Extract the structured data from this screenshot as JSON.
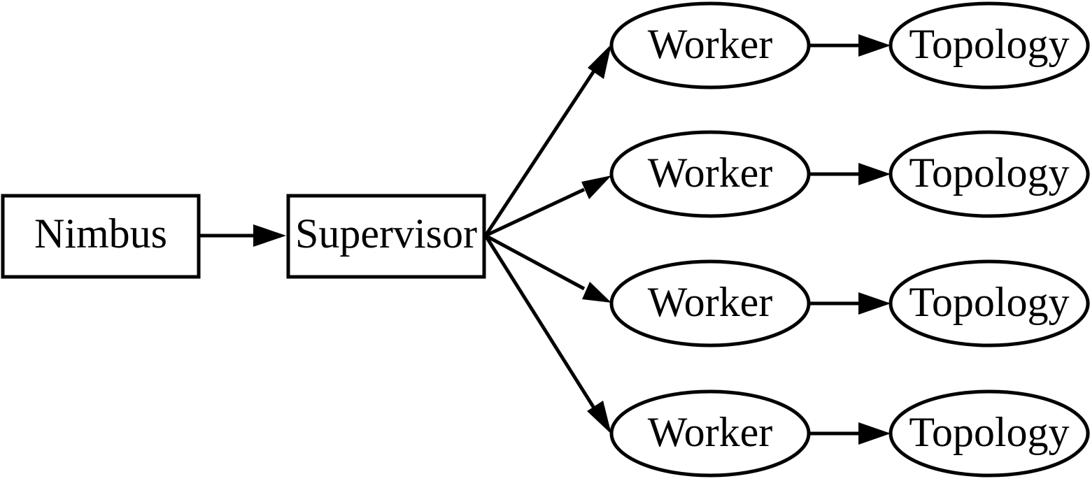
{
  "diagram": {
    "type": "flow",
    "nodes": [
      {
        "id": "nimbus",
        "label": "Nimbus",
        "shape": "rect"
      },
      {
        "id": "supervisor",
        "label": "Supervisor",
        "shape": "rect"
      },
      {
        "id": "worker1",
        "label": "Worker",
        "shape": "ellipse"
      },
      {
        "id": "worker2",
        "label": "Worker",
        "shape": "ellipse"
      },
      {
        "id": "worker3",
        "label": "Worker",
        "shape": "ellipse"
      },
      {
        "id": "worker4",
        "label": "Worker",
        "shape": "ellipse"
      },
      {
        "id": "topology1",
        "label": "Topology",
        "shape": "ellipse"
      },
      {
        "id": "topology2",
        "label": "Topology",
        "shape": "ellipse"
      },
      {
        "id": "topology3",
        "label": "Topology",
        "shape": "ellipse"
      },
      {
        "id": "topology4",
        "label": "Topology",
        "shape": "ellipse"
      }
    ],
    "edges": [
      {
        "from": "nimbus",
        "to": "supervisor"
      },
      {
        "from": "supervisor",
        "to": "worker1"
      },
      {
        "from": "supervisor",
        "to": "worker2"
      },
      {
        "from": "supervisor",
        "to": "worker3"
      },
      {
        "from": "supervisor",
        "to": "worker4"
      },
      {
        "from": "worker1",
        "to": "topology1"
      },
      {
        "from": "worker2",
        "to": "topology2"
      },
      {
        "from": "worker3",
        "to": "topology3"
      },
      {
        "from": "worker4",
        "to": "topology4"
      }
    ]
  }
}
